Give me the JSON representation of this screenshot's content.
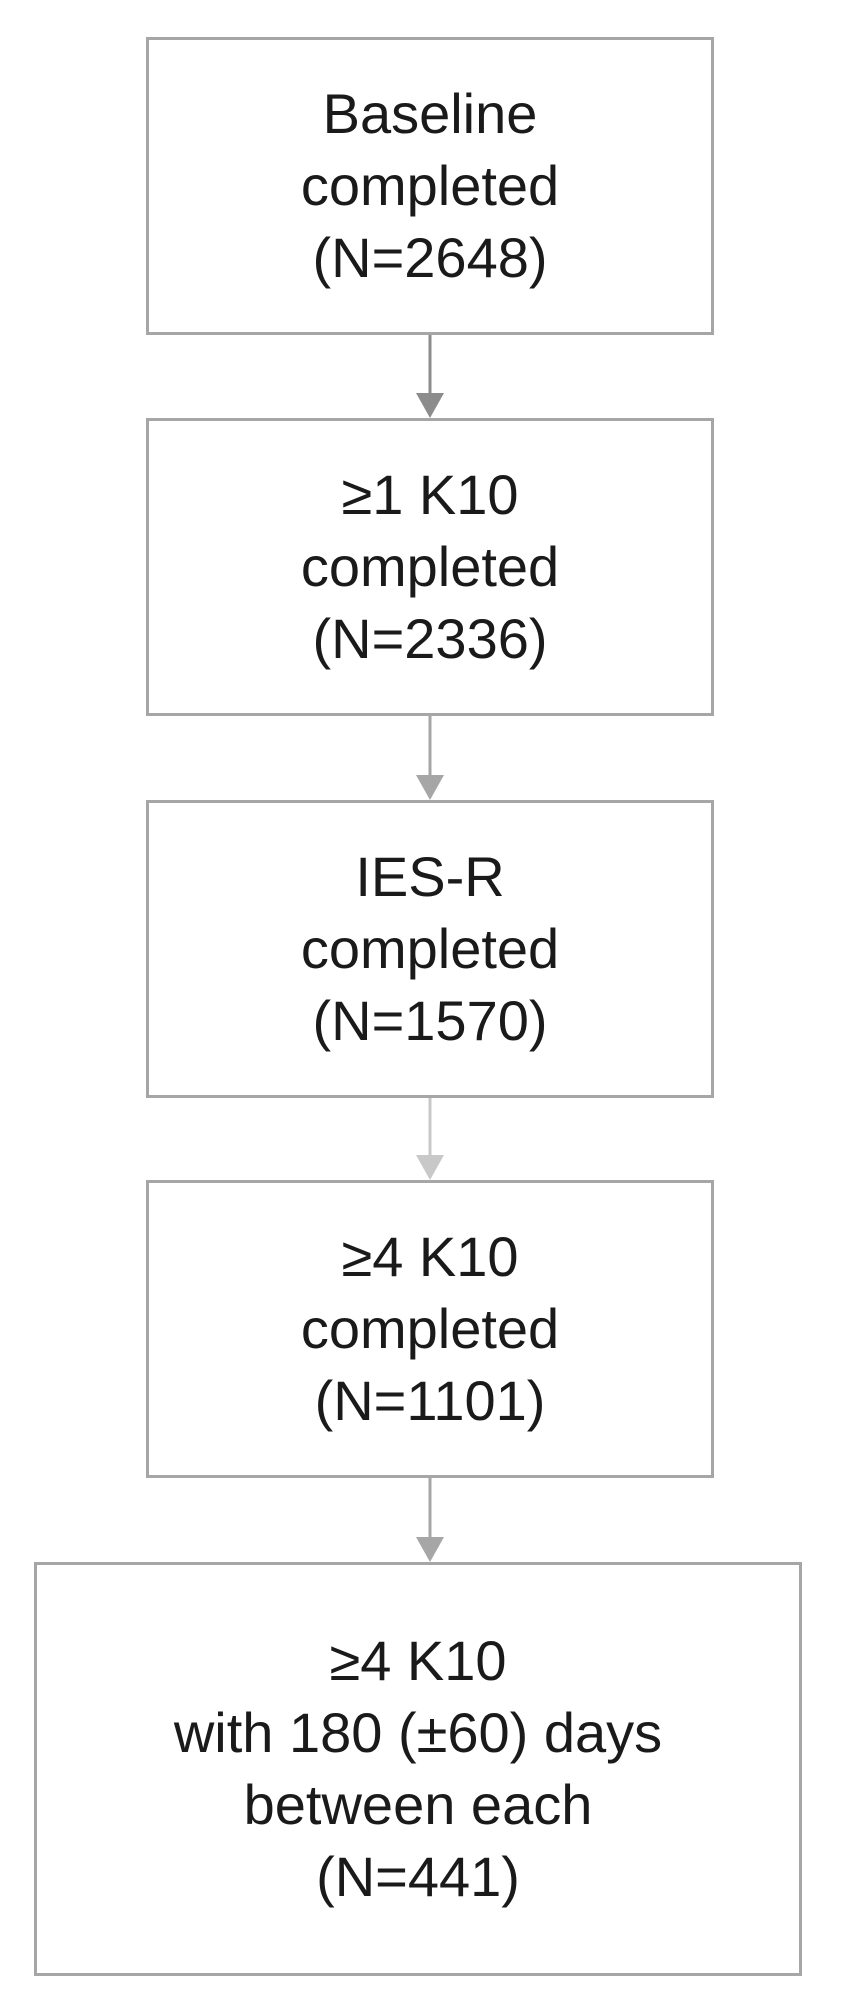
{
  "flowchart": {
    "boxes": [
      {
        "lines": [
          "Baseline",
          "completed",
          "(N=2648)"
        ]
      },
      {
        "lines": [
          "≥1 K10",
          "completed",
          "(N=2336)"
        ]
      },
      {
        "lines": [
          "IES-R",
          "completed",
          "(N=1570)"
        ]
      },
      {
        "lines": [
          "≥4 K10",
          "completed",
          "(N=1101)"
        ]
      },
      {
        "lines": [
          "≥4 K10",
          "with 180 (±60) days",
          "between each",
          "(N=441)"
        ]
      }
    ],
    "connector_colors": [
      "#8c8c8c",
      "#a6a6a6",
      "#c8c8c8",
      "#a6a6a6"
    ],
    "box_border_color": "#a6a6a6"
  }
}
